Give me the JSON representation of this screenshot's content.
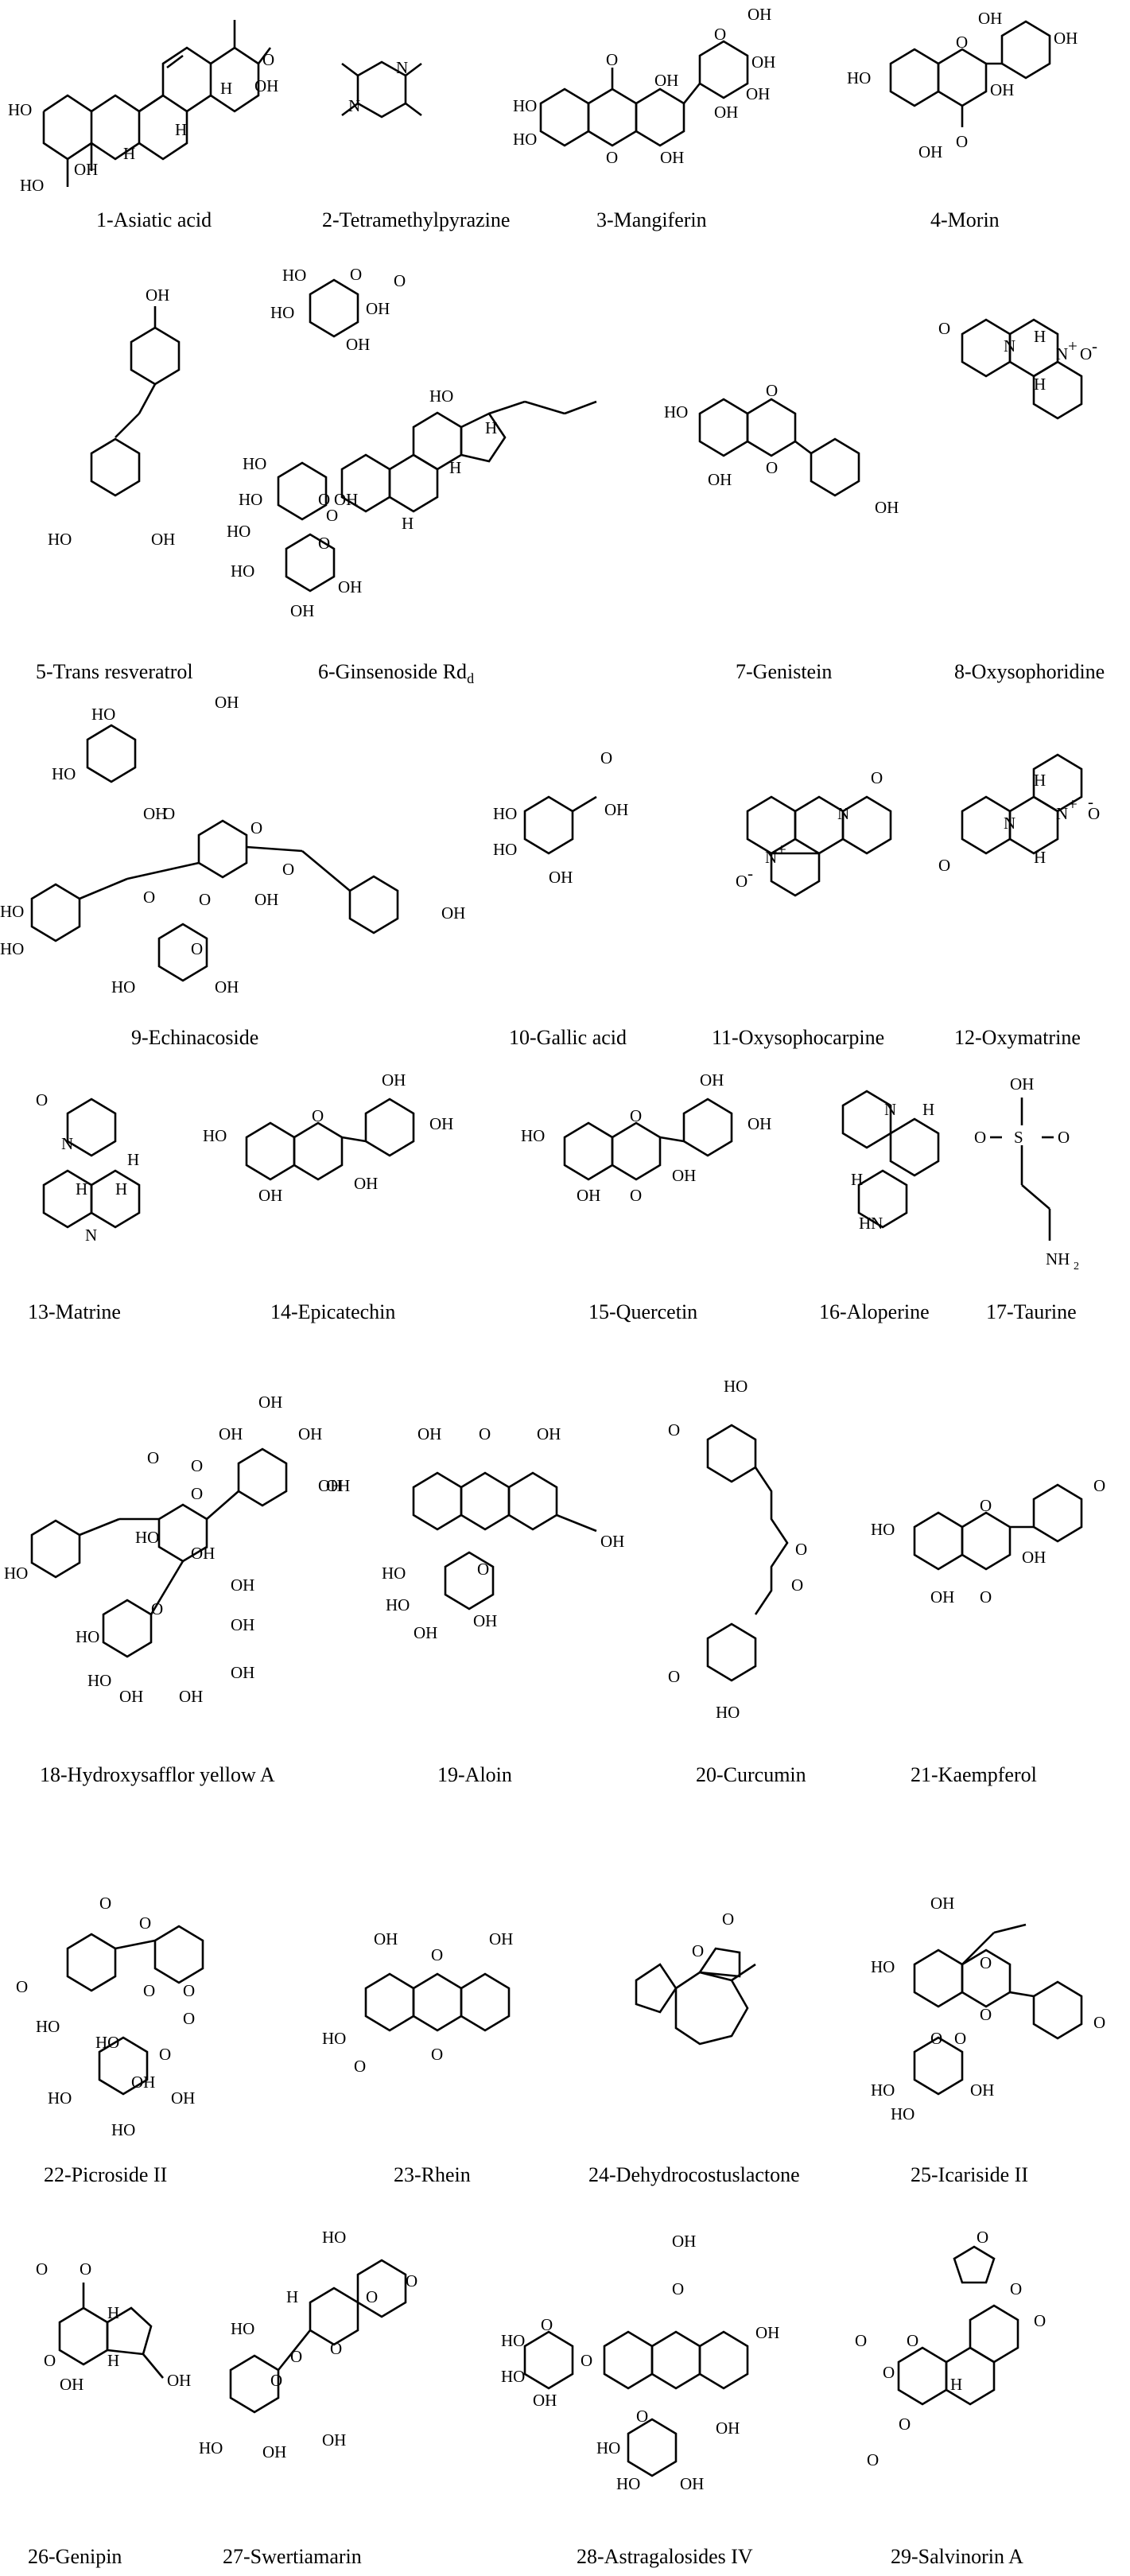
{
  "compounds": [
    {
      "id": "1",
      "name": "Asiatic acid",
      "atoms": [
        "HO",
        "OH",
        "H",
        "H",
        "H",
        "HO",
        "OH",
        "O"
      ]
    },
    {
      "id": "2",
      "name": "Tetramethylpyrazine",
      "atoms": [
        "N",
        "N"
      ]
    },
    {
      "id": "3",
      "name": "Mangiferin",
      "atoms": [
        "HO",
        "HO",
        "OH",
        "OH",
        "OH",
        "OH",
        "OH",
        "OH",
        "O",
        "O",
        "O"
      ]
    },
    {
      "id": "4",
      "name": "Morin",
      "atoms": [
        "HO",
        "OH",
        "OH",
        "OH",
        "OH",
        "O",
        "O"
      ]
    },
    {
      "id": "5",
      "name": "Trans resveratrol",
      "atoms": [
        "OH",
        "HO",
        "OH"
      ]
    },
    {
      "id": "6",
      "name": "Ginsenoside Rd",
      "atoms": [
        "HO",
        "HO",
        "OH",
        "OH",
        "HO",
        "HO",
        "OH",
        "HO",
        "HO",
        "OH",
        "OH",
        "HO",
        "O",
        "O",
        "O",
        "O",
        "O",
        "H",
        "H",
        "H"
      ]
    },
    {
      "id": "7",
      "name": "Genistein",
      "atoms": [
        "HO",
        "OH",
        "O",
        "O",
        "OH"
      ]
    },
    {
      "id": "8",
      "name": "Oxysophoridine",
      "atoms": [
        "O",
        "N",
        "N",
        "+",
        "O",
        "-",
        "H",
        "H"
      ]
    },
    {
      "id": "9",
      "name": "Echinacoside",
      "atoms": [
        "HO",
        "HO",
        "OH",
        "OH",
        "HO",
        "HO",
        "OH",
        "OH",
        "HO",
        "OH",
        "O",
        "O",
        "O",
        "O",
        "O",
        "O"
      ]
    },
    {
      "id": "10",
      "name": "Gallic acid",
      "atoms": [
        "HO",
        "HO",
        "OH",
        "O",
        "OH"
      ]
    },
    {
      "id": "11",
      "name": "Oxysophocarpine",
      "atoms": [
        "O",
        "N",
        "N",
        "+",
        "O",
        "-"
      ]
    },
    {
      "id": "12",
      "name": "Oxymatrine",
      "atoms": [
        "O",
        "N",
        "N",
        "+",
        "O",
        "-",
        "H",
        "H"
      ]
    },
    {
      "id": "13",
      "name": "Matrine",
      "atoms": [
        "O",
        "N",
        "N",
        "H",
        "H",
        "H"
      ]
    },
    {
      "id": "14",
      "name": "Epicatechin",
      "atoms": [
        "HO",
        "OH",
        "OH",
        "OH",
        "OH",
        "O"
      ]
    },
    {
      "id": "15",
      "name": "Quercetin",
      "atoms": [
        "HO",
        "OH",
        "OH",
        "OH",
        "OH",
        "O",
        "O"
      ]
    },
    {
      "id": "16",
      "name": "Aloperine",
      "atoms": [
        "N",
        "HN",
        "H",
        "H"
      ]
    },
    {
      "id": "17",
      "name": "Taurine",
      "atoms": [
        "OH",
        "O",
        "S",
        "O",
        "NH",
        "2"
      ]
    },
    {
      "id": "18",
      "name": "Hydroxysafflor yellow A",
      "atoms": [
        "HO",
        "O",
        "O",
        "OH",
        "OH",
        "OH",
        "OH",
        "HO",
        "OH",
        "OH",
        "HO",
        "OH",
        "OH",
        "OH",
        "O",
        "O",
        "OH",
        "HO",
        "OH"
      ]
    },
    {
      "id": "19",
      "name": "Aloin",
      "atoms": [
        "OH",
        "O",
        "OH",
        "OH",
        "HO",
        "O",
        "HO",
        "OH",
        "OH"
      ]
    },
    {
      "id": "20",
      "name": "Curcumin",
      "atoms": [
        "HO",
        "O",
        "O",
        "O",
        "O",
        "HO"
      ]
    },
    {
      "id": "21",
      "name": "Kaempferol",
      "atoms": [
        "HO",
        "O",
        "O",
        "OH",
        "O",
        "OH"
      ]
    },
    {
      "id": "22",
      "name": "Picroside II",
      "atoms": [
        "O",
        "O",
        "O",
        "HO",
        "O",
        "HO",
        "O",
        "O",
        "HO",
        "HO",
        "OH",
        "OH",
        "O"
      ]
    },
    {
      "id": "23",
      "name": "Rhein",
      "atoms": [
        "OH",
        "O",
        "OH",
        "HO",
        "O",
        "O"
      ]
    },
    {
      "id": "24",
      "name": "Dehydrocostuslactone",
      "atoms": [
        "O",
        "O"
      ]
    },
    {
      "id": "25",
      "name": "Icariside II",
      "atoms": [
        "OH",
        "HO",
        "O",
        "O",
        "O",
        "HO",
        "HO",
        "OH",
        "O",
        "O"
      ]
    },
    {
      "id": "26",
      "name": "Genipin",
      "atoms": [
        "O",
        "O",
        "H",
        "O",
        "H",
        "OH",
        "OH"
      ]
    },
    {
      "id": "27",
      "name": "Swertiamarin",
      "atoms": [
        "HO",
        "O",
        "O",
        "H",
        "O",
        "O",
        "HO",
        "HO",
        "OH",
        "OH",
        "O"
      ]
    },
    {
      "id": "28",
      "name": "Astragalosides IV",
      "atoms": [
        "OH",
        "O",
        "OH",
        "HO",
        "HO",
        "O",
        "O",
        "OH",
        "O",
        "HO",
        "HO",
        "OH",
        "OH"
      ]
    },
    {
      "id": "29",
      "name": "Salvinorin A",
      "atoms": [
        "O",
        "O",
        "O",
        "O",
        "O",
        "O",
        "O",
        "H",
        "O"
      ]
    }
  ],
  "subscripts": {
    "rd": "d",
    "nh2": "2"
  }
}
